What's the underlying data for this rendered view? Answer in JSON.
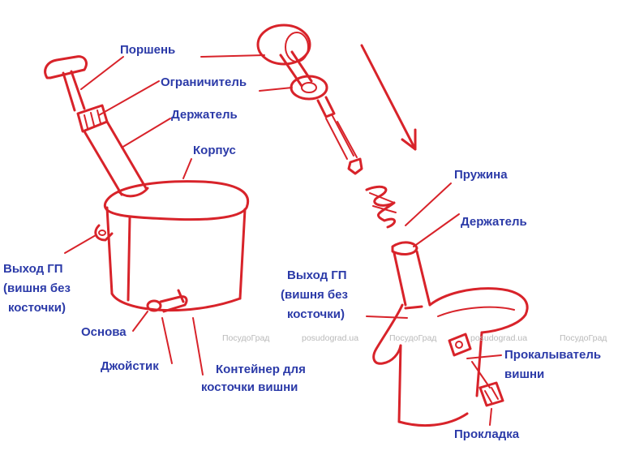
{
  "labels": {
    "piston": "Поршень",
    "limiter": "Ограничитель",
    "holder_left": "Держатель",
    "body": "Корпус",
    "outlet_left": [
      "Выход  ГП",
      "(вишня без",
      "косточки)"
    ],
    "base": "Основа",
    "joystick": "Джойстик",
    "container": [
      "Контейнер для",
      "косточки вишни"
    ],
    "spring": "Пружина",
    "holder_right": "Держатель",
    "outlet_right": [
      "Выход  ГП",
      "(вишня без",
      "косточки)"
    ],
    "piercer": [
      "Прокалыватель",
      "вишни"
    ],
    "gasket": "Прокладка"
  },
  "watermarks": [
    "ПосудоГрад",
    "posudograd.ua",
    "ПосудоГрад",
    "posudograd.ua",
    "ПосудоГрад"
  ],
  "colors": {
    "drawing": "#d8232a",
    "label": "#2b3aa8",
    "watermark": "#b9b9b9"
  }
}
